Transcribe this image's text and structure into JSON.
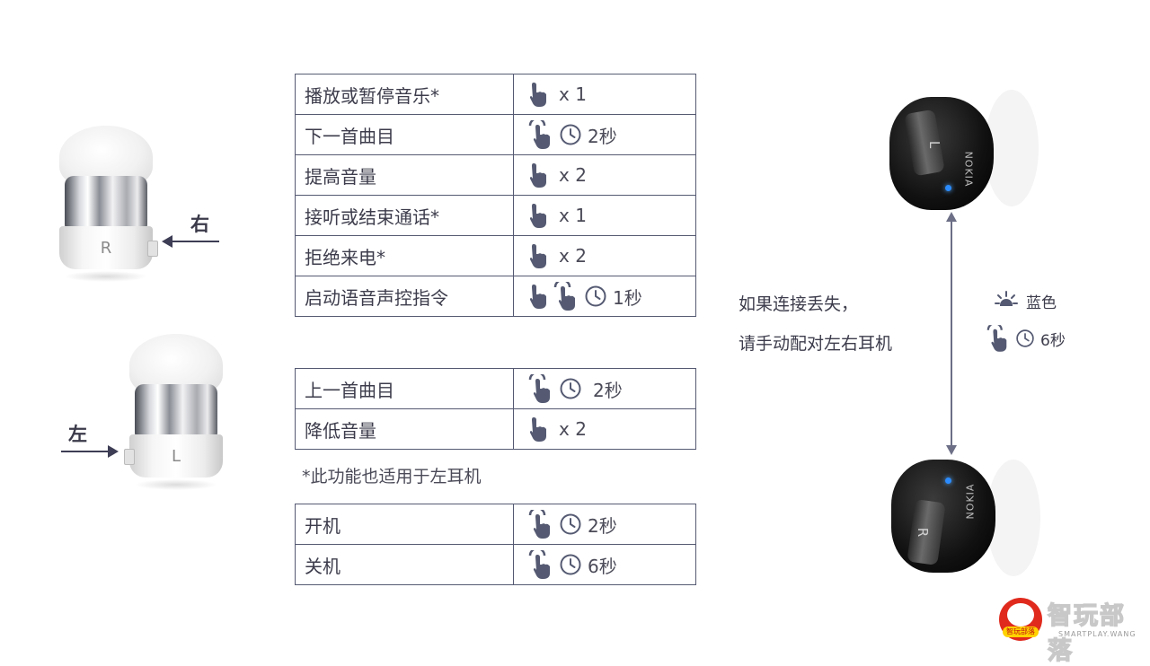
{
  "left_panel": {
    "right_bud": {
      "letter": "R",
      "side_label": "右"
    },
    "left_bud": {
      "letter": "L",
      "side_label": "左"
    }
  },
  "right_table": {
    "rows": [
      {
        "label": "播放或暂停音乐*",
        "gesture": "tap",
        "text": "x 1"
      },
      {
        "label": "下一首曲目",
        "gesture": "hold",
        "text": "2秒"
      },
      {
        "label": "提高音量",
        "gesture": "tap",
        "text": "x 2"
      },
      {
        "label": "接听或结束通话*",
        "gesture": "tap",
        "text": "x 1"
      },
      {
        "label": "拒绝来电*",
        "gesture": "tap",
        "text": "x 2"
      },
      {
        "label": "启动语音声控指令",
        "gesture": "tap+hold",
        "text": "1秒"
      }
    ]
  },
  "left_table": {
    "rows": [
      {
        "label": "上一首曲目",
        "gesture": "hold",
        "text": "2秒"
      },
      {
        "label": "降低音量",
        "gesture": "tap",
        "text": "x 2"
      }
    ]
  },
  "footnote": "*此功能也适用于左耳机",
  "power_table": {
    "rows": [
      {
        "label": "开机",
        "gesture": "hold",
        "text": "2秒"
      },
      {
        "label": "关机",
        "gesture": "hold",
        "text": "6秒"
      }
    ]
  },
  "pairing": {
    "line1": "如果连接丢失，",
    "line2": "请手动配对左右耳机",
    "led_label": "蓝色",
    "hold_text": "6秒",
    "top_bud_letter": "L",
    "bottom_bud_letter": "R",
    "brand": "NOKIA"
  },
  "watermark": {
    "title": "智玩部落",
    "subtitle": "SMARTPLAY.WANG",
    "badge": "智玩部落"
  },
  "icons": {
    "tap": "hand-tap-icon",
    "hold": "hand-hold-icon",
    "clock": "clock-icon",
    "led": "light-icon"
  },
  "colors": {
    "border": "#555a72",
    "text": "#3c3c4c",
    "icon": "#555a72",
    "led": "#2b8cff",
    "watermark_red": "#e02a1d"
  }
}
